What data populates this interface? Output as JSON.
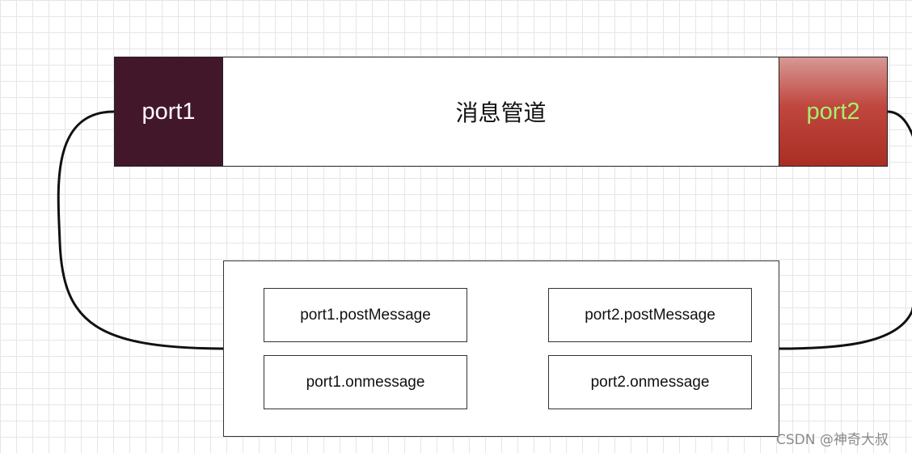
{
  "pipe": {
    "label": "消息管道"
  },
  "ports": {
    "port1": "port1",
    "port2": "port2"
  },
  "methods": {
    "port1_post": "port1.postMessage",
    "port2_post": "port2.postMessage",
    "port1_on": "port1.onmessage",
    "port2_on": "port2.onmessage"
  },
  "colors": {
    "port1_bg": "#43172a",
    "port2_bg": "#b8382e",
    "port2_text": "#a6ee6c",
    "grid": "#e6e6e6"
  },
  "watermark": "CSDN @神奇大叔"
}
